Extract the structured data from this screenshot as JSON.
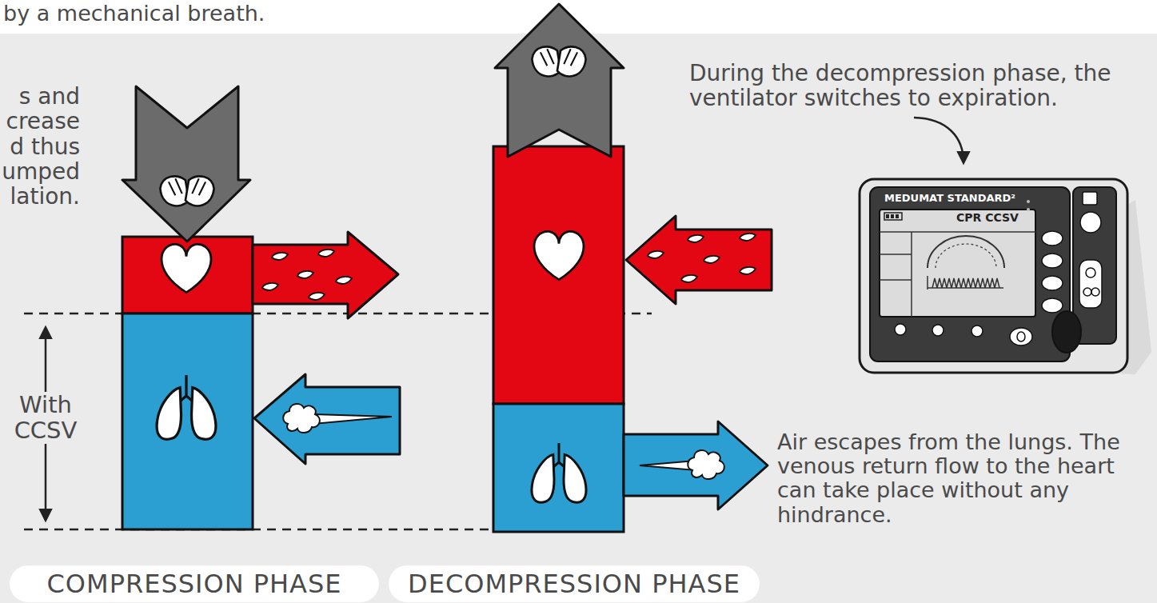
{
  "diagram": {
    "nodes": [
      {
        "text": [
          "MEDUMAT STANDARD²",
          "CPR CCSV"
        ]
      },
      {
        "text": [
          "COMPRESSION PHASE"
        ]
      },
      {
        "text": [
          "DECOMPRESSION PHASE"
        ]
      }
    ],
    "labels": [
      "by a mechanical breath.",
      "s and crease d thus umped lation.",
      "During the decompression phase, the ventilator switches to expiration.",
      "With CCSV",
      "Air escapes from the lungs. The venous return flow to the heart can take place without any hindrance."
    ]
  }
}
